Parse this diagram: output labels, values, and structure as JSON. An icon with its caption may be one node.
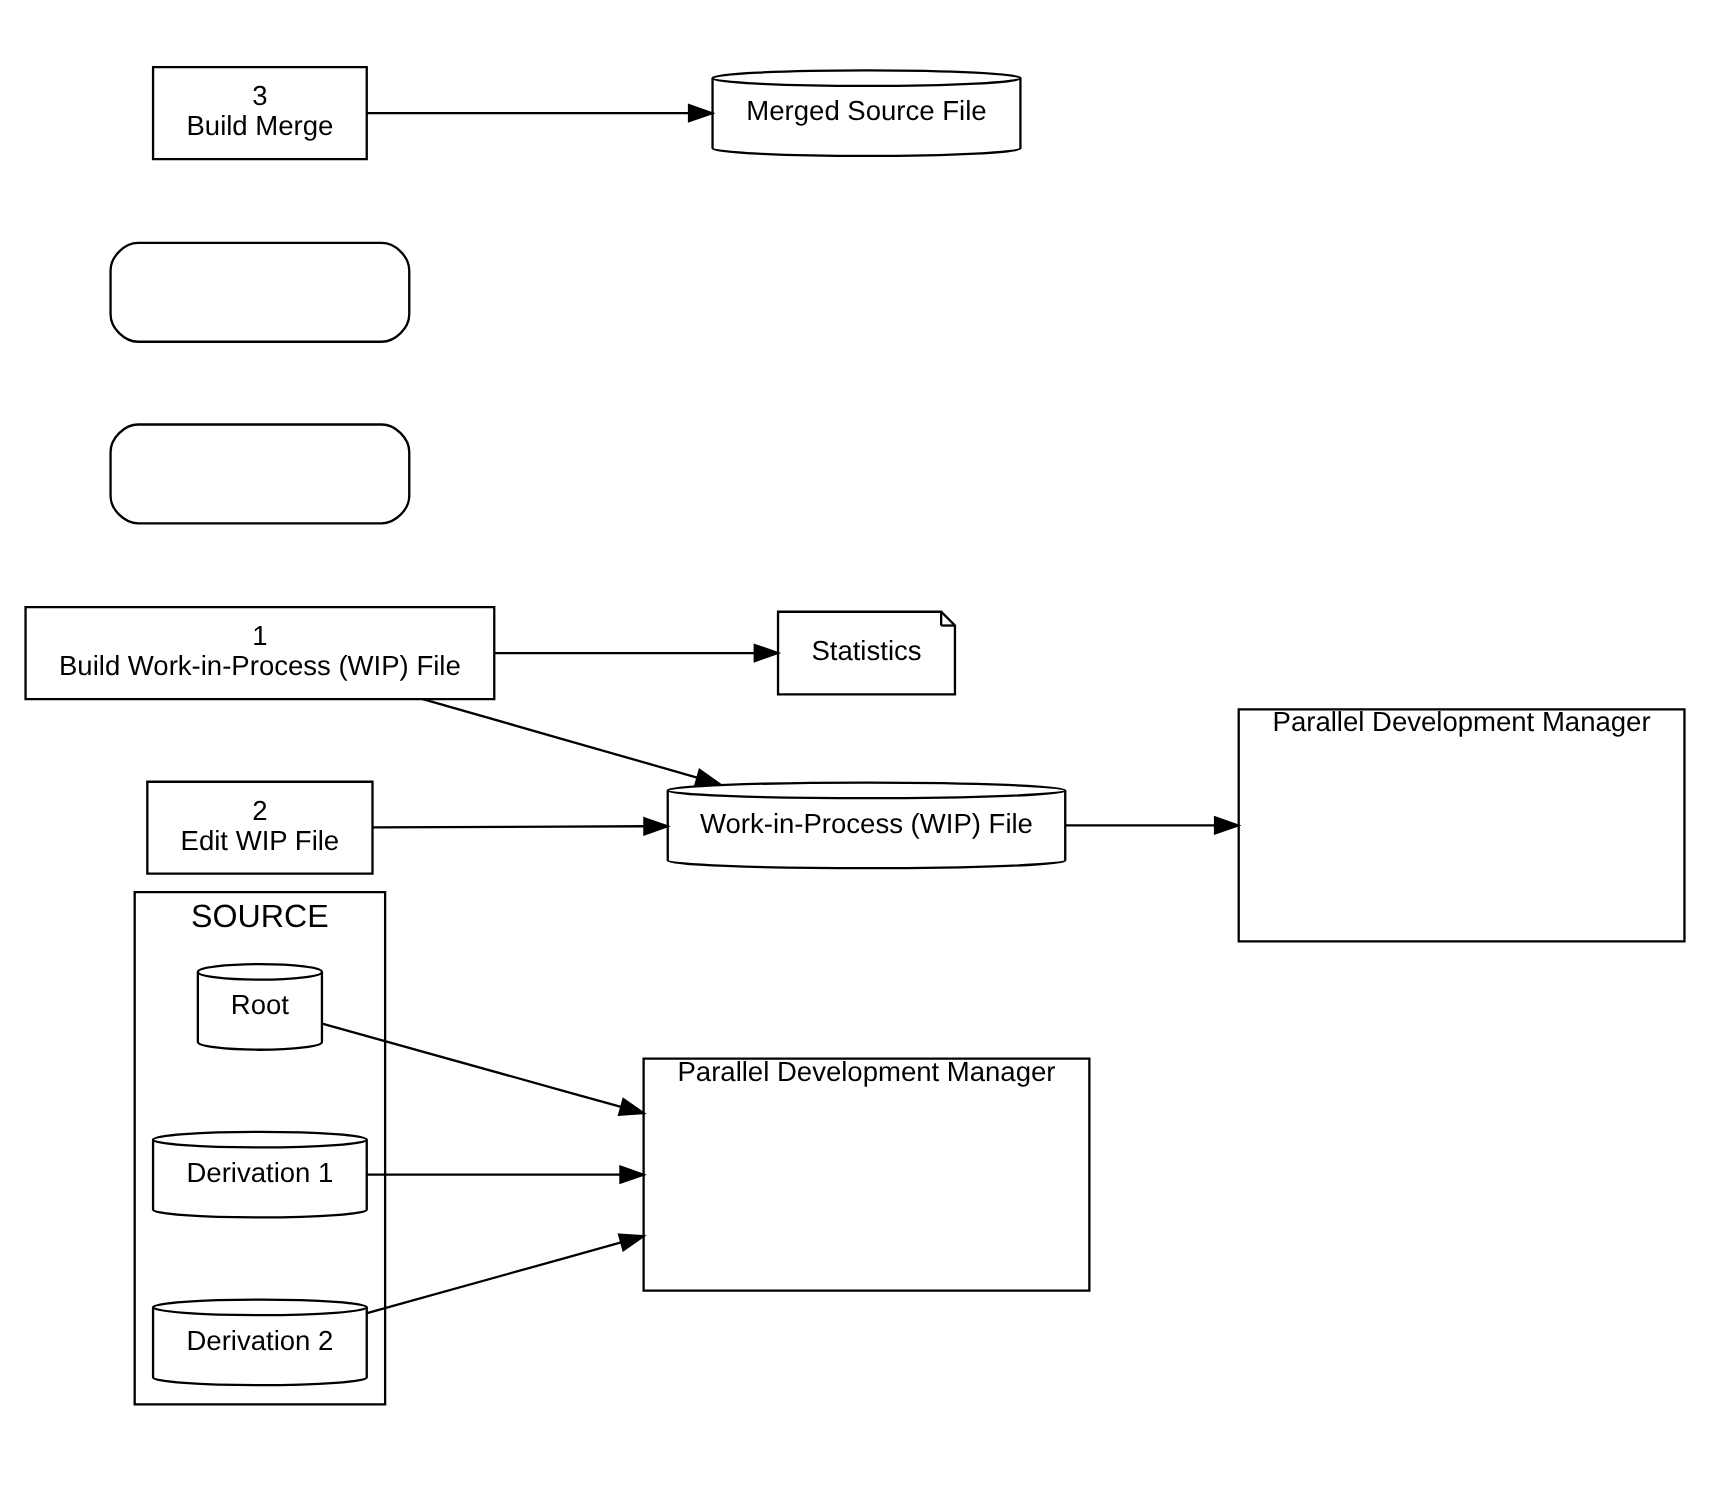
{
  "diagram": {
    "nodes": [
      {
        "text": [
          "SOURCE"
        ]
      },
      {
        "text": [
          "Root"
        ],
        "in": 0
      },
      {
        "text": [
          "Derivation 1"
        ],
        "in": 0
      },
      {
        "text": [
          "Derivation 2"
        ],
        "in": 0
      },
      {
        "text": [
          "Parallel Development Manager"
        ]
      },
      {
        "text": [
          "1",
          "Build Work-in-Process (WIP) File"
        ]
      },
      {
        "text": [
          "Statistics"
        ]
      },
      {
        "text": [],
        "shape": "oval"
      },
      {
        "text": [],
        "shape": "oval"
      },
      {
        "text": [
          "2",
          "Edit WIP File"
        ]
      },
      {
        "text": [
          "Work-in-Process (WIP) File"
        ]
      },
      {
        "text": [
          "Parallel Development Manager"
        ]
      },
      {
        "text": [
          "3",
          "Build Merge"
        ]
      },
      {
        "text": [
          "Merged Source File"
        ]
      }
    ],
    "edges": [
      {
        "from": 1,
        "to": 4,
        "arrow": "to"
      },
      {
        "from": 2,
        "to": 4,
        "arrow": "to"
      },
      {
        "from": 3,
        "to": 4,
        "arrow": "to"
      },
      {
        "from": 5,
        "to": 6,
        "arrow": "to"
      },
      {
        "from": 5,
        "to": 10,
        "arrow": "to"
      },
      {
        "from": 9,
        "to": 10,
        "arrow": "to"
      },
      {
        "from": 10,
        "to": 11,
        "arrow": "to"
      },
      {
        "from": 12,
        "to": 13,
        "arrow": "to"
      }
    ]
  }
}
